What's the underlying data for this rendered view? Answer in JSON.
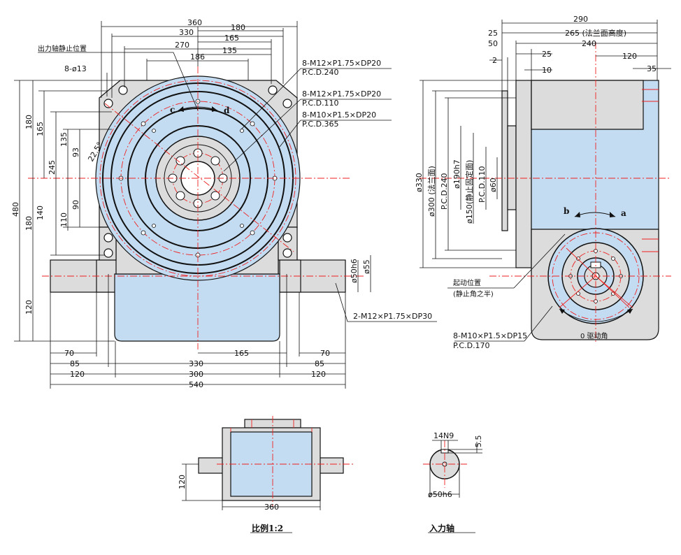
{
  "front_view": {
    "dims": {
      "d360": "360",
      "d330": "330",
      "d270": "270",
      "d186": "186",
      "d180": "180",
      "d165": "165",
      "d135": "135",
      "h180a": "180",
      "h165": "165",
      "h135": "135",
      "h93": "93",
      "ang": "22.5°",
      "h245": "245",
      "h480": "480",
      "h180b": "180",
      "h140": "140",
      "h110": "110",
      "h90": "90",
      "h120": "120",
      "b70l": "70",
      "b85l": "85",
      "b120l": "120",
      "b165": "165",
      "b330": "330",
      "b300": "300",
      "b540": "540",
      "b70r": "70",
      "b85r": "85",
      "b120r": "120",
      "shaft50": "ø50h6",
      "shaft55": "ø55"
    },
    "labels": {
      "stop_pos": "出力轴静止位置",
      "holes13": "8-ø13",
      "c": "c",
      "d": "d",
      "note1a": "8-M12×P1.75×DP20",
      "note1b": "P.C.D.240",
      "note2a": "8-M12×P1.75×DP20",
      "note2b": "P.C.D.110",
      "note3a": "8-M10×P1.5×DP20",
      "note3b": "P.C.D.365",
      "note4": "2-M12×P1.75×DP30"
    }
  },
  "side_view": {
    "dims": {
      "s290": "290",
      "s25a": "25",
      "s265": "265 (法兰面高度)",
      "s50": "50",
      "s240": "240",
      "s25b": "25",
      "s2": "2",
      "s10": "10",
      "s120": "120",
      "s35": "35",
      "v330": "ø330",
      "v300": "ø300 (法兰面)",
      "v240": "P.C.D.240",
      "v190": "ø190h7",
      "v150": "ø150(静止固定面)",
      "v110": "P.C.D.110",
      "v60": "ø60"
    },
    "labels": {
      "b": "b",
      "a": "a",
      "start1": "起动位置",
      "start2": "(静止角之半)",
      "note5a": "8-M10×P1.5×DP15",
      "note5b": "P.C.D.170",
      "drive": "0 驱动角"
    }
  },
  "top_view": {
    "d120": "120",
    "d360": "360",
    "caption": "比例1:2"
  },
  "shaft_view": {
    "key": "14N9",
    "depth": "5.5",
    "dia": "ø50h6",
    "caption": "入力轴"
  }
}
